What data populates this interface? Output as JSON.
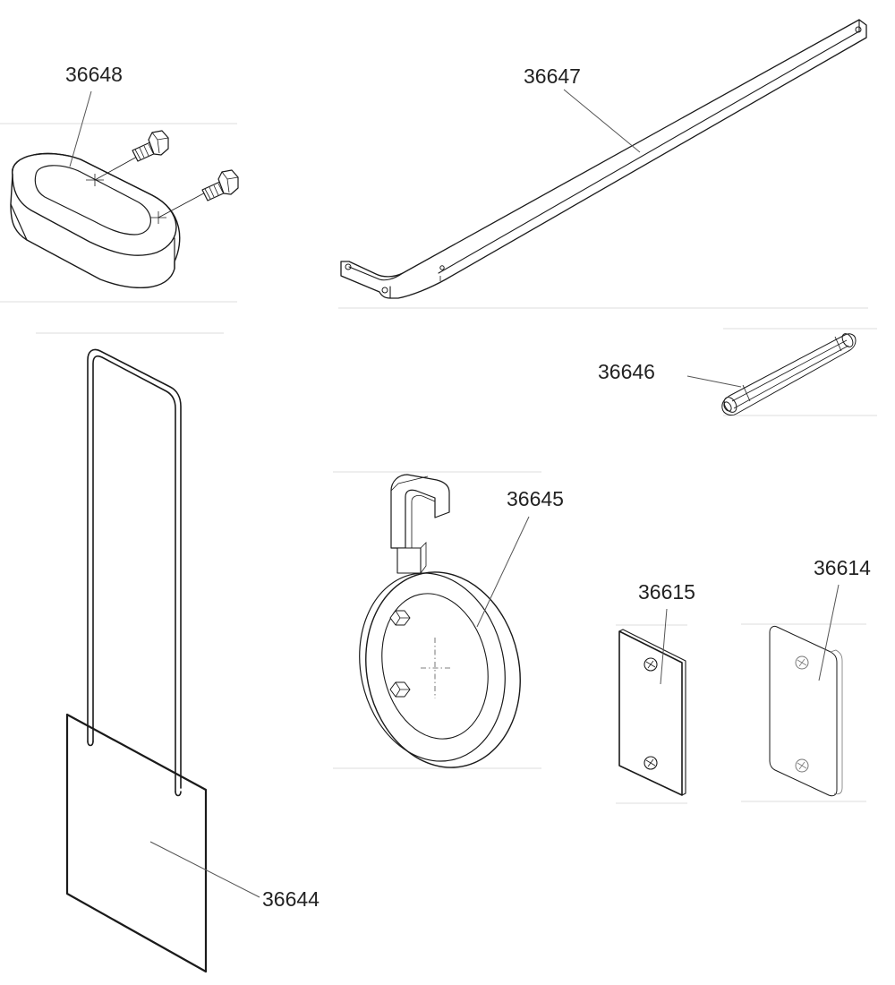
{
  "parts": [
    {
      "number": "36648"
    },
    {
      "number": "36647"
    },
    {
      "number": "36646"
    },
    {
      "number": "36645"
    },
    {
      "number": "36615"
    },
    {
      "number": "36614"
    },
    {
      "number": "36644"
    }
  ]
}
